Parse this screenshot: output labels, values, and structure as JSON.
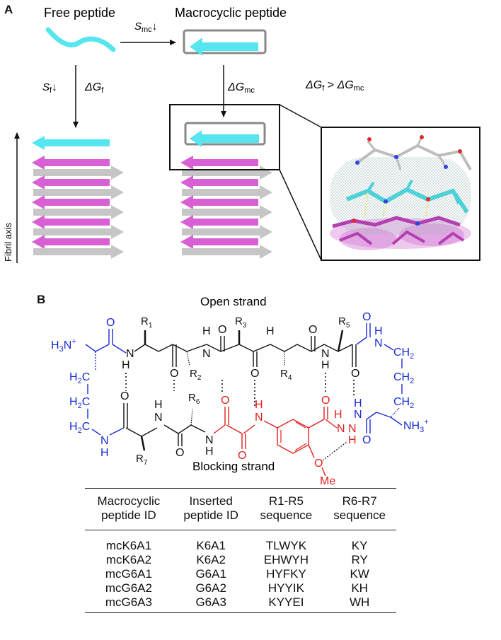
{
  "panels": {
    "a": "A",
    "b": "B"
  },
  "panelA": {
    "free_peptide": "Free peptide",
    "macrocyclic_peptide": "Macrocyclic peptide",
    "s_mc": {
      "main": "S",
      "sub": "mc",
      "arrow": "↓"
    },
    "s_f": {
      "main": "S",
      "sub": "f",
      "arrow": "↓"
    },
    "dg_f": {
      "delta": "ΔG",
      "sub": "f"
    },
    "dg_mc": {
      "delta": "ΔG",
      "sub": "mc"
    },
    "inequality": {
      "left": "ΔG",
      "left_sub": "f",
      "op": " > ",
      "right": "ΔG",
      "right_sub": "mc"
    },
    "fibril_axis": "Fibril axis",
    "colors": {
      "cyan": "#55e6ef",
      "magenta": "#d95fd4",
      "gray": "#c6c6c6",
      "frame": "#888888"
    }
  },
  "panelB": {
    "open_strand": "Open strand",
    "blocking_strand": "Blocking strand",
    "labels": {
      "h3n": "H",
      "h3n_sub": "3",
      "h3n_n": "N",
      "h3n_sup": "+",
      "nh3": "NH",
      "nh3_sub": "3",
      "nh3_sup": "+",
      "R1": "1",
      "R2": "2",
      "R3": "3",
      "R4": "4",
      "R5": "5",
      "R6": "6",
      "R7": "7",
      "R": "R",
      "O": "O",
      "N": "N",
      "H": "H",
      "Me": "Me",
      "CH2": "CH",
      "H2C": "H",
      "sub2": "2",
      "C": "C"
    },
    "colors": {
      "blue": "#1a2bd6",
      "red": "#e31e1e",
      "black": "#111111"
    }
  },
  "table": {
    "headers": [
      [
        "Macrocyclic",
        "peptide ID"
      ],
      [
        "Inserted",
        "peptide ID"
      ],
      [
        "R1-R5",
        "sequence"
      ],
      [
        "R6-R7",
        "sequence"
      ]
    ],
    "rows": [
      [
        "mcK6A1",
        "K6A1",
        "TLWYK",
        "KY"
      ],
      [
        "mcK6A2",
        "K6A2",
        "EHWYH",
        "RY"
      ],
      [
        "mcG6A1",
        "G6A1",
        "HYFKY",
        "KW"
      ],
      [
        "mcG6A2",
        "G6A2",
        "HYYIK",
        "KH"
      ],
      [
        "mcG6A3",
        "G6A3",
        "KYYEI",
        "WH"
      ]
    ]
  }
}
